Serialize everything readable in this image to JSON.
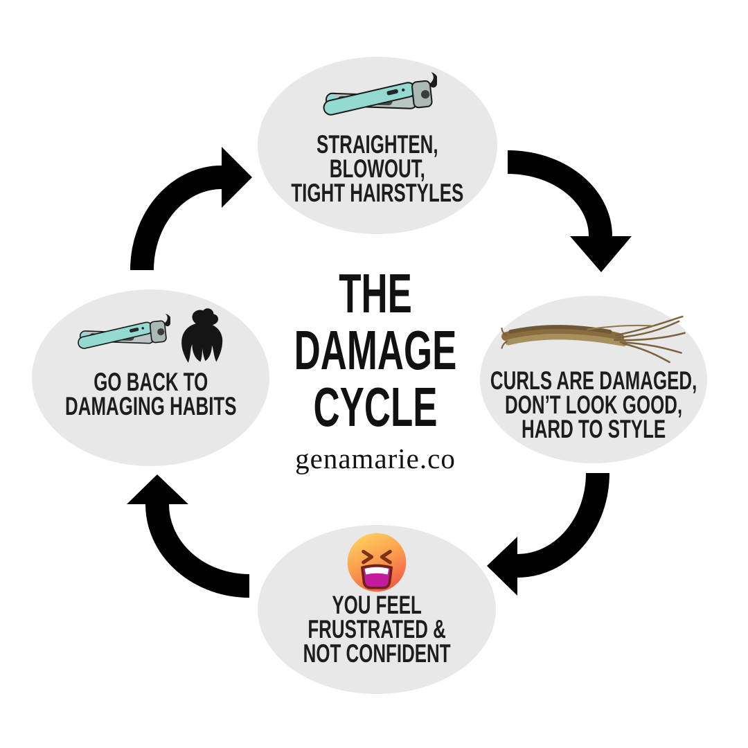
{
  "title": {
    "lines": [
      "THE",
      "DAMAGE",
      "CYCLE"
    ]
  },
  "watermark": "genamarie.co",
  "nodes": [
    {
      "id": "straighten",
      "icon": "flat-iron-icon",
      "lines": [
        "STRAIGHTEN,",
        "BLOWOUT,",
        "TIGHT HAIRSTYLES"
      ]
    },
    {
      "id": "damaged",
      "icon": "damaged-hair-icon",
      "lines": [
        "CURLS ARE DAMAGED,",
        "DON’T LOOK GOOD,",
        "HARD TO STYLE"
      ]
    },
    {
      "id": "frustrated",
      "icon": "tired-face-emoji-icon",
      "lines": [
        "YOU FEEL",
        "FRUSTRATED &",
        "NOT CONFIDENT"
      ]
    },
    {
      "id": "habits",
      "icon": "flat-iron-and-hair-bun-icon",
      "lines": [
        "GO BACK TO",
        "DAMAGING HABITS"
      ]
    }
  ],
  "arrows": [
    "arrow-left-to-top",
    "arrow-top-to-right",
    "arrow-right-to-bottom",
    "arrow-bottom-to-left"
  ],
  "colors": {
    "node_bg": "#e8e8e8",
    "arrow": "#000000",
    "title_text": "#111111",
    "label_text": "#1e1c1d",
    "iron_teal": "#93dbd1",
    "iron_body_gray": "#b9c6c4",
    "iron_plate": "#474747",
    "iron_hinge": "#aab8b6",
    "iron_outline": "#1c1c1c",
    "bun_black": "#151515",
    "hair_main": "#8a6d3f",
    "hair_light": "#a8905e",
    "hair_dark": "#6f5836",
    "hair_wisp": "#7a623c",
    "hair_fly": "#94794a",
    "emoji_top": "#ffd15f",
    "emoji_mid": "#fb9a4d",
    "emoji_bottom": "#f25845",
    "emoji_features": "#7c3015",
    "mouth_magenta": "#c41a9e",
    "teeth_white": "#ffffff"
  }
}
